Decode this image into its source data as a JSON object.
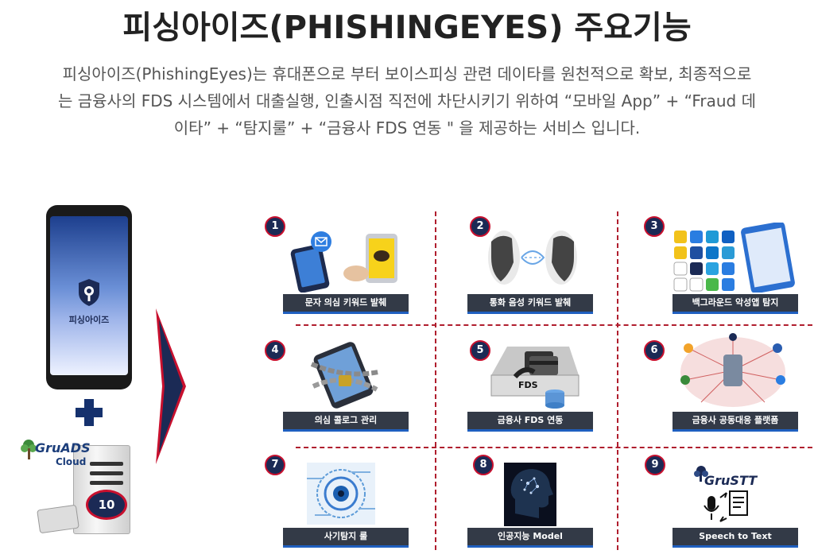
{
  "header": {
    "title": "피싱아이즈(PHISHINGEYES) 주요기능",
    "description_lines": [
      "피싱아이즈(PhishingEyes)는 휴대폰으로 부터 보이스피싱 관련 데이타를 원천적으로 확보, 최종적으로",
      "는 금융사의 FDS 시스템에서 대출실행, 인출시점 직전에 차단시키기 위하여 “모바일 App” + “Fraud 데",
      "이타” + “탐지룰” + “금융사 FDS 연동 \" 을 제공하는 서비스 입니다."
    ]
  },
  "left_panel": {
    "phone_app_name": "피싱아이즈",
    "server_brand": "GruADS",
    "server_sub": "Cloud",
    "server_badge": "10"
  },
  "features": [
    {
      "number": "1",
      "label": "문자 의심 키워드 발췌",
      "icon": "sms-kakaotalk-phones-icon"
    },
    {
      "number": "2",
      "label": "통화 음성 키워드 발췌",
      "icon": "voice-call-faces-icon"
    },
    {
      "number": "3",
      "label": "백그라운드 악성앱 탐지",
      "icon": "app-grid-icon"
    },
    {
      "number": "4",
      "label": "의심 콜로그 관리",
      "icon": "chained-phone-icon"
    },
    {
      "number": "5",
      "label": "금융사 FDS 연동",
      "icon": "fds-server-icon",
      "image_text": "FDS"
    },
    {
      "number": "6",
      "label": "금융사 공동대응 플랫폼",
      "icon": "bank-network-icon"
    },
    {
      "number": "7",
      "label": "사기탐지 룰",
      "icon": "digital-eye-icon"
    },
    {
      "number": "8",
      "label": "인공지능 Model",
      "icon": "ai-brain-icon"
    },
    {
      "number": "9",
      "label": "Speech to Text",
      "icon": "speech-to-text-icon",
      "brand": "GruSTT"
    }
  ],
  "colors": {
    "navy": "#1b2a55",
    "accent_red": "#c8102e",
    "label_bg": "#333a47",
    "label_underline": "#1f5fbf"
  }
}
